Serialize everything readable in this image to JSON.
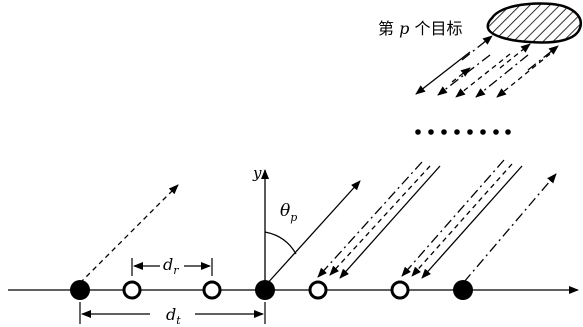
{
  "target_label": {
    "prefix": "第",
    "var": "p",
    "suffix": "个目标"
  },
  "axis": {
    "y_label": "y"
  },
  "angle": {
    "symbol": "θ",
    "sub": "p"
  },
  "spacing": {
    "dr_symbol": "d",
    "dr_sub": "r",
    "dt_symbol": "d",
    "dt_sub": "t"
  },
  "ellipsis": "........"
}
